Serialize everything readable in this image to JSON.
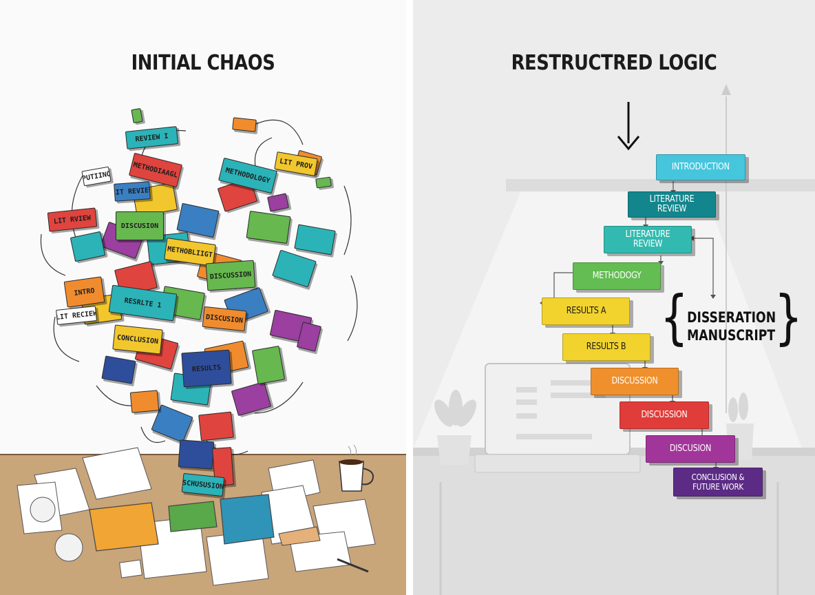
{
  "left": {
    "title": "INITIAL CHAOS",
    "block_labels": [
      "REVIEW I",
      "LIT RVIEW",
      "INTRO",
      "RESRLTE 1",
      "METHODIAAGL",
      "DISCUSION",
      "LIT REVIEW",
      "METHODOLOGY",
      "METHOBLIIGT",
      "DISCUSSION",
      "CONCLUSION",
      "RESULTS",
      "SCHUSUSION",
      "DISCUSION",
      "LIT PROV",
      "PUTIINO",
      "LIT RECIEW"
    ]
  },
  "right": {
    "title": "RESTRUCTRED LOGIC",
    "steps": [
      {
        "label": "INTRODUCTION",
        "color": "#45c6dd"
      },
      {
        "label": "LITERATURE REVIEW",
        "color": "#13868d"
      },
      {
        "label": "LITERATURE REVIEW",
        "color": "#32bab0"
      },
      {
        "label": "METHODOGY",
        "color": "#63bd52"
      },
      {
        "label": "RESULTS A",
        "color": "#f2d32d"
      },
      {
        "label": "RESULTS B",
        "color": "#f2d32d"
      },
      {
        "label": "DISCUSSION",
        "color": "#f0902d"
      },
      {
        "label": "DISCUSSION",
        "color": "#e03d3a"
      },
      {
        "label": "DISCUSION",
        "color": "#a2359a"
      },
      {
        "label": "CONCLUSION & FUTURE WORK",
        "color": "#5c2b85"
      }
    ],
    "manuscript_label": "DISSERATION MANUSCRIPT"
  }
}
